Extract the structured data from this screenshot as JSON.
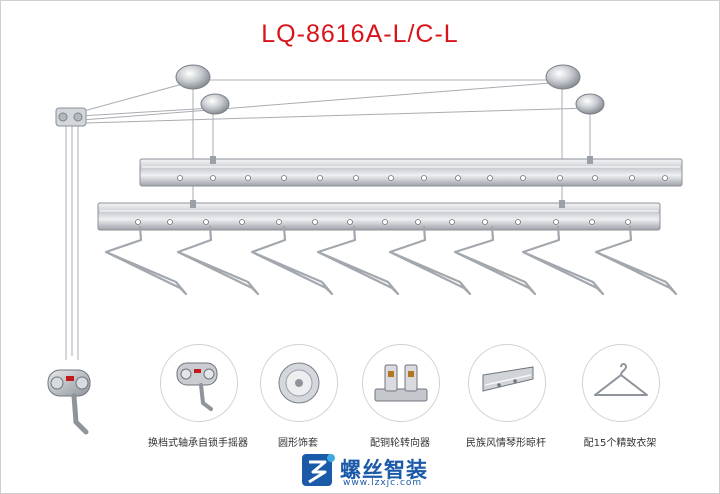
{
  "product": {
    "model": "LQ-8616A-L/C-L"
  },
  "accessories": [
    {
      "label": "换档式轴承自锁手摇器",
      "icon": "crank-handle-icon"
    },
    {
      "label": "圆形饰套",
      "icon": "round-cover-icon"
    },
    {
      "label": "配铜轮转向器",
      "icon": "pulley-steering-icon"
    },
    {
      "label": "民族风情琴形晾杆",
      "icon": "drying-rod-icon"
    },
    {
      "label": "配15个精致衣架",
      "icon": "hanger-icon"
    }
  ],
  "brand": {
    "name": "螺丝智装",
    "url": "www.lzxjc.com",
    "logo_icon": "brand-logo-icon",
    "color": "#1a5aa8"
  },
  "colors": {
    "title": "#d8141b",
    "metal": "#b8bcc2",
    "border": "#cfcfcf"
  }
}
